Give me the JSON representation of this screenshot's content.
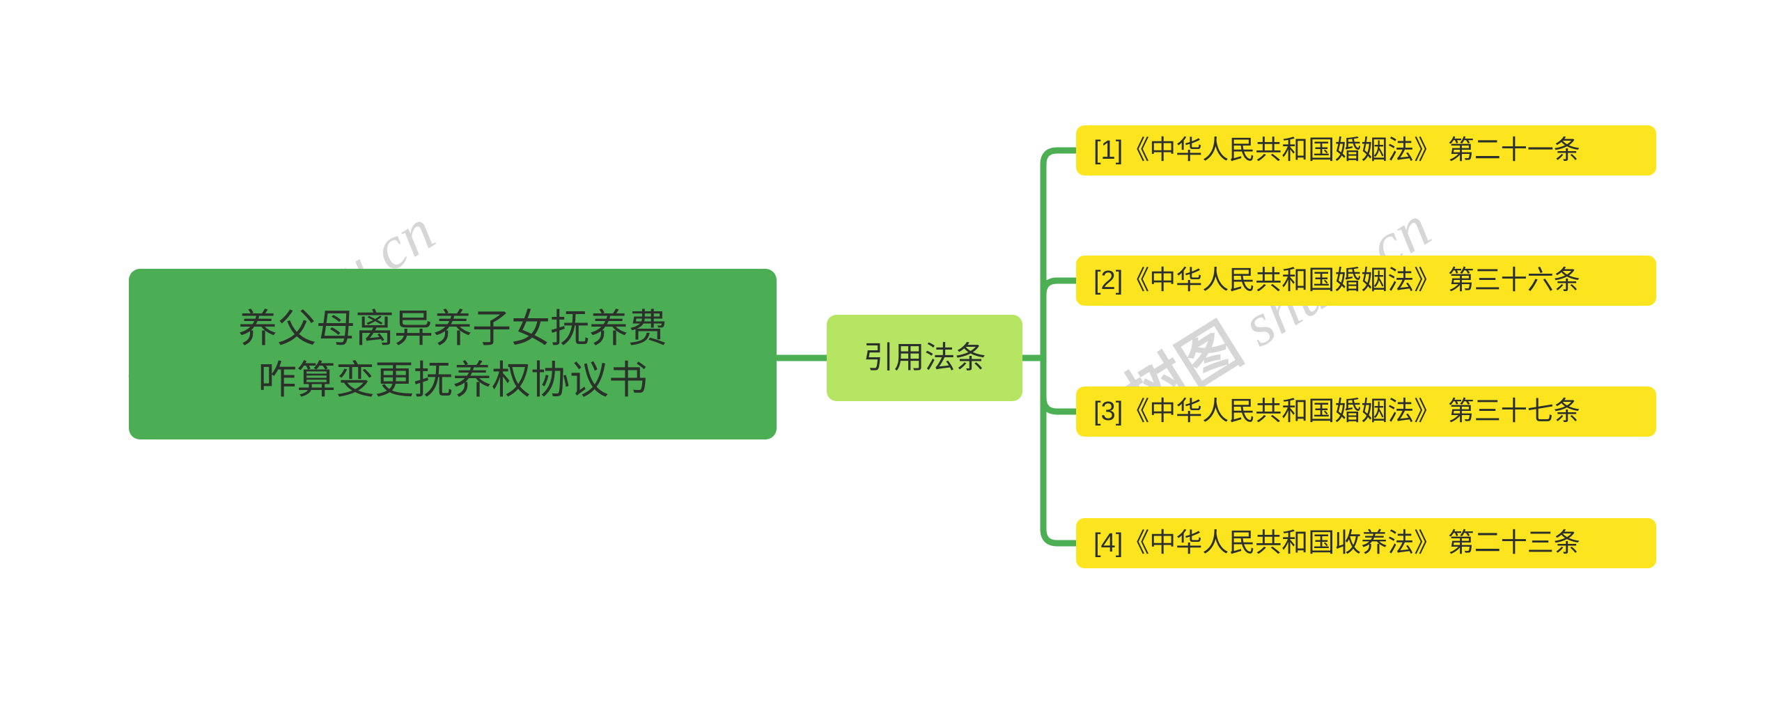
{
  "diagram": {
    "type": "mindmap",
    "orientation": "left-to-right",
    "background_color": "#ffffff",
    "root": {
      "text_line_1": "养父母离异养子女抚养费",
      "text_line_2": "咋算变更抚养权协议书",
      "fill_color": "#4cae54",
      "text_color": "#2b302b"
    },
    "branch": {
      "label": "引用法条",
      "fill_color": "#b6e563",
      "text_color": "#2b302b"
    },
    "leaves": [
      {
        "index": "[1]",
        "label": "[1]《中华人民共和国婚姻法》 第二十一条",
        "fill_color": "#fce41f",
        "text_color": "#2b302b"
      },
      {
        "index": "[2]",
        "label": "[2]《中华人民共和国婚姻法》 第三十六条",
        "fill_color": "#fce41f",
        "text_color": "#2b302b"
      },
      {
        "index": "[3]",
        "label": "[3]《中华人民共和国婚姻法》 第三十七条",
        "fill_color": "#fce41f",
        "text_color": "#2b302b"
      },
      {
        "index": "[4]",
        "label": "[4]《中华人民共和国收养法》 第二十三条",
        "fill_color": "#fce41f",
        "text_color": "#2b302b"
      }
    ],
    "connector_color": "#4caf54"
  },
  "watermark": {
    "cn": "树图",
    "en": "shutu.cn",
    "color": "rgba(120,120,120,0.30)"
  }
}
